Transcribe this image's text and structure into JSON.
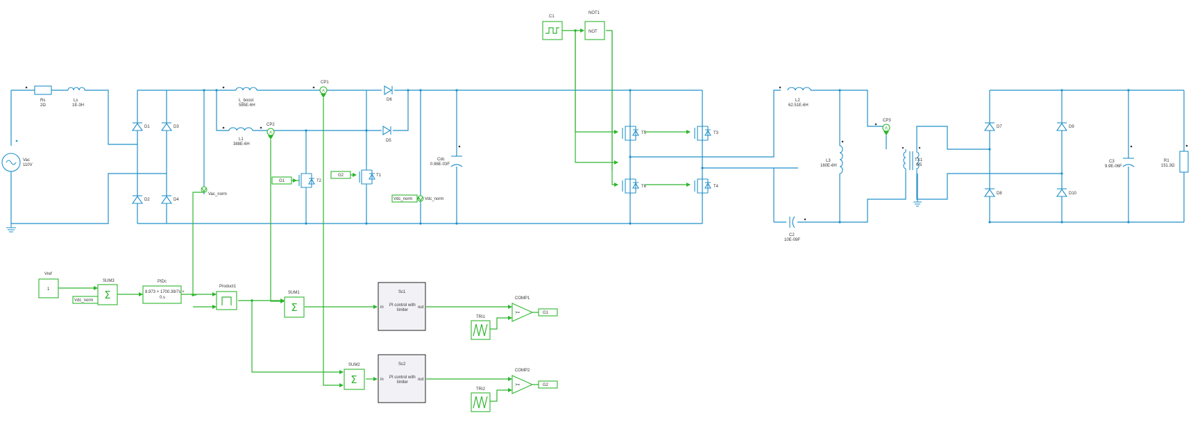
{
  "colors": {
    "power": "#1f8fc9",
    "control": "#2db52d",
    "subsystem_fill": "#f2f2f6"
  },
  "components": {
    "vac": {
      "name": "Vac",
      "value": "110V"
    },
    "rs": {
      "name": "Rs",
      "value": "2Ω"
    },
    "ls": {
      "name": "Ls",
      "value": "1E-3H"
    },
    "d1": "D1",
    "d2": "D2",
    "d3": "D3",
    "d4": "D4",
    "l_boost": {
      "name": "L_boost",
      "value": "585E-6H"
    },
    "l1": {
      "name": "L1",
      "value": "388E-6H"
    },
    "cp1": "CP1",
    "cp2": "CP2",
    "cp3": "CP3",
    "d5": "D5",
    "d6": "D6",
    "t1": "T1",
    "t2": "T2",
    "t3": "T3",
    "t4": "T4",
    "t5": "T5",
    "t6": "T6",
    "cdc": {
      "name": "Cdc",
      "value": "0.96E-03F"
    },
    "vdc_norm_meter": "Vdc_norm",
    "vdc_norm_meter2": "Vdc_norm",
    "vac_norm_meter": "Vac_norm",
    "l2": {
      "name": "L2",
      "value": "62.51E-6H"
    },
    "l3": {
      "name": "L3",
      "value": "160E-6H"
    },
    "c2": {
      "name": "C2",
      "value": "10E-09F"
    },
    "tx1": {
      "name": "TX1",
      "value": "6/5"
    },
    "d7": "D7",
    "d8": "D8",
    "d9": "D9",
    "d10": "D10",
    "c3": {
      "name": "C3",
      "value": "9.9E-06F"
    },
    "r1": {
      "name": "R1",
      "value": "151.3Ω"
    }
  },
  "control": {
    "c1": "C1",
    "not1": {
      "name": "NOT1",
      "text": "NOT"
    },
    "vref": {
      "name": "Vref",
      "value": "1"
    },
    "sum3": "SUM3",
    "vdc_norm_tag": "Vdc_norm",
    "pidc": {
      "name": "PIDc",
      "line1": "8.973 + 1700.39/7s +",
      "line2": "0.s"
    },
    "product1": "Product1",
    "sum1": "SUM1",
    "sum2": "SUM2",
    "sc1": {
      "name": "Sc1",
      "line1": "PI control with",
      "line2": "limiter",
      "in": "in",
      "out": "out"
    },
    "sc2": {
      "name": "Sc2",
      "line1": "PI control with",
      "line2": "limiter",
      "in": "in",
      "out": "out"
    },
    "comp1": "COMP1",
    "comp2": "COMP2",
    "tri1": "TRI1",
    "tri2": "TRI2",
    "g1_out": "G1",
    "g2_out": "G2",
    "g1_in": "G1",
    "g2_in": "G2"
  }
}
